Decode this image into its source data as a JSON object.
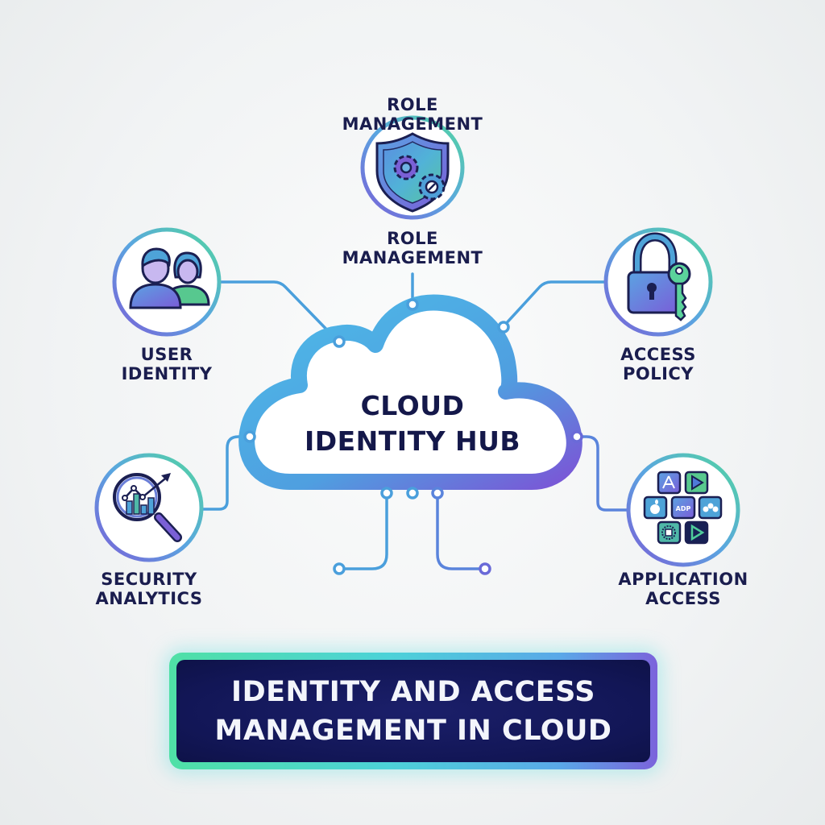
{
  "hub": {
    "title_line1": "CLOUD",
    "title_line2": "IDENTITY HUB",
    "icon": "cloud-icon"
  },
  "nodes": {
    "role_management": {
      "top_label_line1": "ROLE",
      "top_label_line2": "MANAGEMENT",
      "bottom_label_line1": "ROLE",
      "bottom_label_line2": "MANAGEMENT",
      "icon": "shield-gears-icon"
    },
    "user_identity": {
      "label_line1": "USER",
      "label_line2": "IDENTITY",
      "icon": "users-icon"
    },
    "access_policy": {
      "label_line1": "ACCESS",
      "label_line2": "POLICY",
      "icon": "padlock-key-icon"
    },
    "security_analytics": {
      "label_line1": "SECURITY",
      "label_line2": "ANALYTICS",
      "icon": "magnifier-chart-icon"
    },
    "application_access": {
      "label_line1": "APPLICATION",
      "label_line2": "ACCESS",
      "icon": "app-grid-icon",
      "app_tiles": [
        "app-store",
        "play",
        "apple",
        "ADP",
        "cloud-app",
        "chip",
        "play-dark"
      ],
      "adp_text": "ADP"
    }
  },
  "banner": {
    "line1": "IDENTITY AND ACCESS",
    "line2": "MANAGEMENT IN CLOUD"
  },
  "colors": {
    "background": "#f1f3f4",
    "text_navy": "#1a1d4e",
    "connector_blue": "#4a9fdc",
    "cloud_blue": "#4fb4e6",
    "cloud_purple": "#7b5fd6",
    "ring_green": "#52d6a0",
    "ring_purple": "#7a62d8",
    "banner_bg": "#121656",
    "banner_border_green": "#4fe0a6",
    "banner_border_purple": "#7b63db"
  }
}
